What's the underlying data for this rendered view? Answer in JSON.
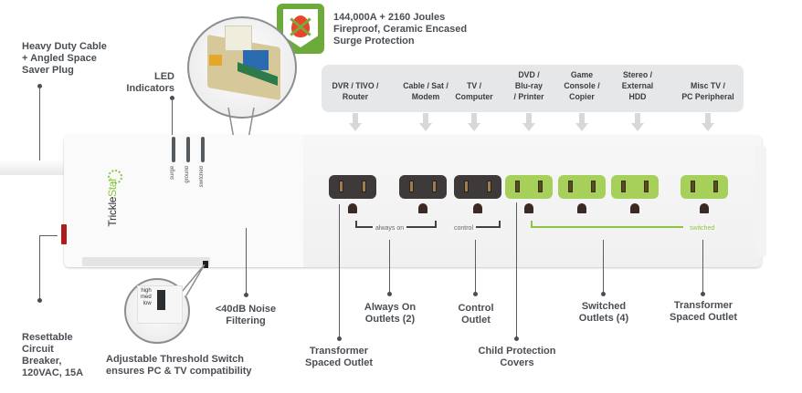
{
  "product": {
    "brand_name_part1": "Trickle",
    "brand_name_part2": "Star",
    "brand_color": "#8cc63f",
    "outlet_dark_color": "#3e3a3a",
    "outlet_green_color": "#a6d05a",
    "breaker_color": "#b01c1c"
  },
  "surge_badge": {
    "icon": "fireproof-shield-icon",
    "line1": "144,000A + 2160 Joules",
    "line2": "Fireproof, Ceramic Encased",
    "line3": "Surge Protection"
  },
  "device_categories": [
    {
      "line1": "DVR / TIVO /",
      "line2": "Router",
      "line3": ""
    },
    {
      "line1": "Cable / Sat /",
      "line2": "Modem",
      "line3": ""
    },
    {
      "line1": "TV /",
      "line2": "Computer",
      "line3": ""
    },
    {
      "line1": "DVD /",
      "line2": "Blu-ray",
      "line3": "/ Printer"
    },
    {
      "line1": "Game",
      "line2": "Console /",
      "line3": "Copier"
    },
    {
      "line1": "Stereo /",
      "line2": "External",
      "line3": "HDD"
    },
    {
      "line1": "Misc TV /",
      "line2": "PC Peripheral",
      "line3": ""
    }
  ],
  "led_labels": [
    "surge",
    "ground",
    "switched"
  ],
  "outlet_groups": {
    "always_on": "always on",
    "control": "control",
    "switched": "switched"
  },
  "threshold_switch": {
    "positions": [
      "high",
      "med",
      "low"
    ]
  },
  "callouts": {
    "cable": {
      "line1": "Heavy Duty Cable",
      "line2": "+ Angled Space",
      "line3": "Saver Plug"
    },
    "led": {
      "line1": "LED",
      "line2": "Indicators"
    },
    "breaker": {
      "line1": "Resettable",
      "line2": "Circuit",
      "line3": "Breaker,",
      "line4": "120VAC, 15A"
    },
    "threshold": {
      "line1": "Adjustable Threshold Switch",
      "line2": "ensures PC & TV compatibility"
    },
    "noise": {
      "line1": "<40dB Noise",
      "line2": "Filtering"
    },
    "transformer_left": {
      "line1": "Transformer",
      "line2": "Spaced Outlet"
    },
    "always_on": {
      "line1": "Always On",
      "line2": "Outlets (2)"
    },
    "control": {
      "line1": "Control",
      "line2": "Outlet"
    },
    "child": {
      "line1": "Child Protection",
      "line2": "Covers"
    },
    "switched": {
      "line1": "Switched",
      "line2": "Outlets (4)"
    },
    "transformer_right": {
      "line1": "Transformer",
      "line2": "Spaced Outlet"
    }
  }
}
